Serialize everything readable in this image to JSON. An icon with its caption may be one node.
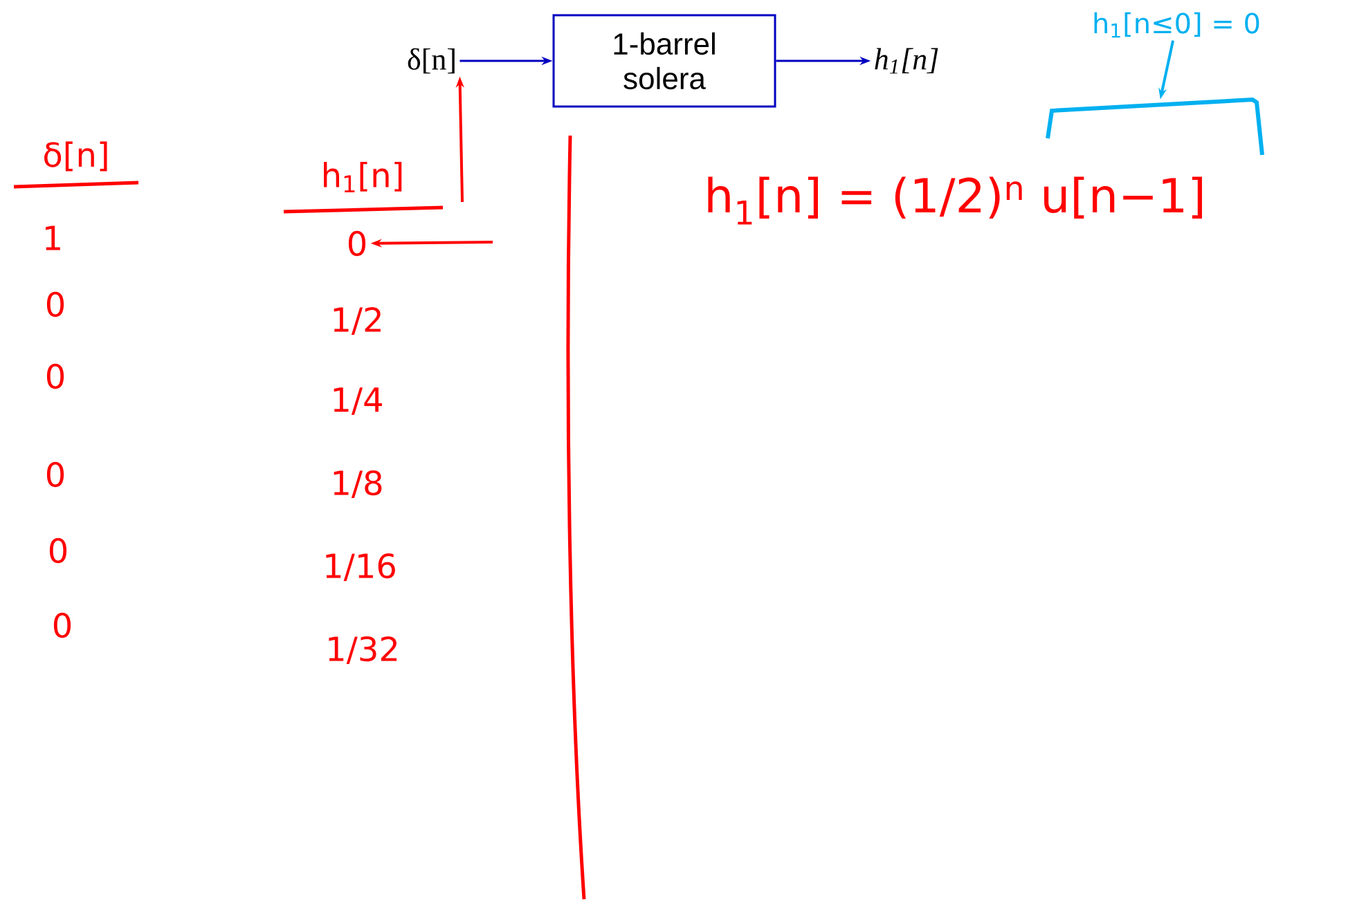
{
  "diagram": {
    "nodes": [
      {
        "text": [
          "δ[n]"
        ]
      },
      {
        "text": [
          "1-barrel solera"
        ]
      },
      {
        "text": [
          "h$_{1}$[n]"
        ]
      },
      {
        "text": [
          "0"
        ]
      },
      {
        "text": [
          "h$_{1}$[n≤0] = 0"
        ]
      },
      {
        "text": [],
        "shape": "bracket"
      }
    ],
    "edges": [
      {
        "from": 0,
        "to": 1,
        "arrow": "to",
        "color": "#0000c0"
      },
      {
        "from": 1,
        "to": 2,
        "arrow": "to",
        "color": "#0000c0"
      },
      {
        "from": null,
        "to": 3,
        "arrow": "to",
        "color": "#ff0000"
      },
      {
        "from": null,
        "to": 0,
        "arrow": "to",
        "color": "#ff0000"
      },
      {
        "from": 4,
        "to": 5,
        "arrow": "to",
        "color": "#00b0f0"
      }
    ],
    "labels": [
      "δ[n]",
      "1",
      "0",
      "0",
      "0",
      "0",
      "0",
      "h$_{1}$[n]",
      "1/2",
      "1/4",
      "1/8",
      "1/16",
      "1/32",
      "h$_{1}$[n] = (1/2)$^{n}$ u[n−1]"
    ]
  }
}
